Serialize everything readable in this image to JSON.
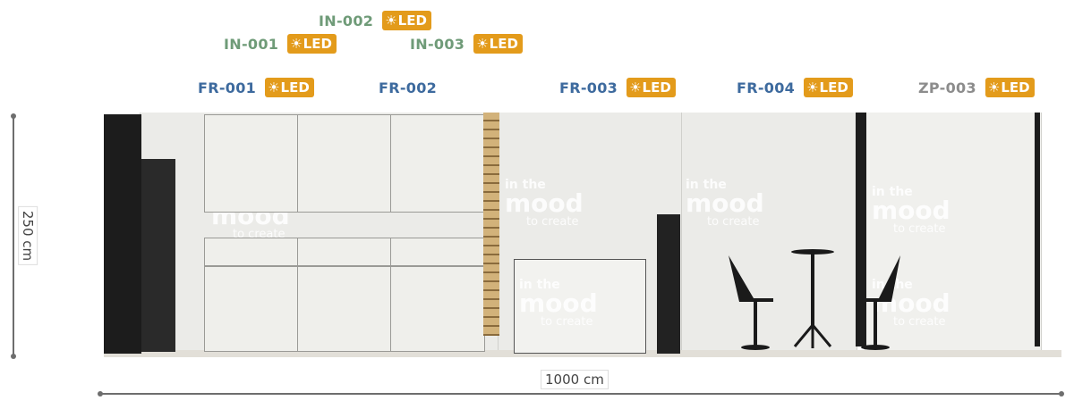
{
  "led_label": "LED",
  "led_icon": "sun-icon",
  "colors": {
    "blue": "#3d6a9e",
    "green": "#6f9b78",
    "gray": "#8c8c8c",
    "led_bg": "#e39b1b"
  },
  "tags": [
    {
      "code": "IN-002",
      "led": true,
      "color": "green"
    },
    {
      "code": "IN-001",
      "led": true,
      "color": "green"
    },
    {
      "code": "IN-003",
      "led": true,
      "color": "green"
    },
    {
      "code": "FR-001",
      "led": true,
      "color": "blue"
    },
    {
      "code": "FR-002",
      "led": false,
      "color": "blue"
    },
    {
      "code": "FR-003",
      "led": true,
      "color": "blue"
    },
    {
      "code": "FR-004",
      "led": true,
      "color": "blue"
    },
    {
      "code": "ZP-003",
      "led": true,
      "color": "gray"
    }
  ],
  "dimensions": {
    "height": "250 cm",
    "width": "1000 cm"
  },
  "watermark": {
    "line1": "in the",
    "line2": "mood",
    "line3": "to create"
  }
}
